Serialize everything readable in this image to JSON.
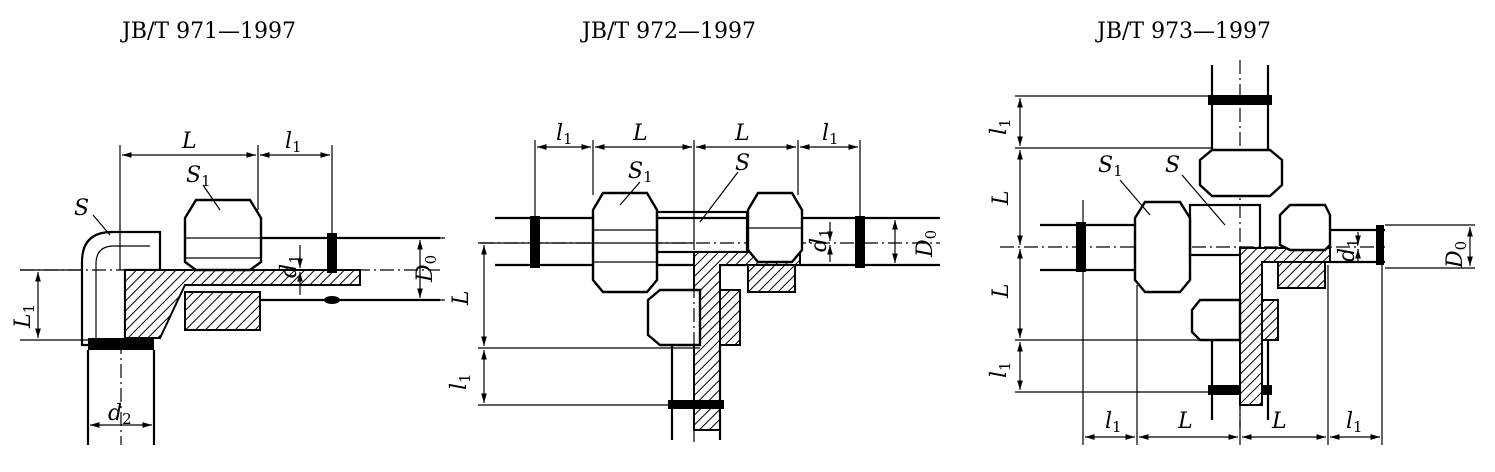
{
  "figures": [
    {
      "title": "JB/T 971—1997",
      "labels": {
        "L": "L",
        "l1": "l",
        "l1_sub": "1",
        "S1": "S",
        "S1_sub": "1",
        "S": "S",
        "d1": "d",
        "d1_sub": "1",
        "D0": "D",
        "D0_sub": "0",
        "L1": "L",
        "L1_sub": "1",
        "d2": "d",
        "d2_sub": "2"
      }
    },
    {
      "title": "JB/T 972—1997",
      "labels": {
        "l1a": "l",
        "l1a_sub": "1",
        "La": "L",
        "Lb": "L",
        "l1b": "l",
        "l1b_sub": "1",
        "S1": "S",
        "S1_sub": "1",
        "S": "S",
        "d1": "d",
        "d1_sub": "1",
        "D0": "D",
        "D0_sub": "0",
        "Lv": "L",
        "l1v": "l",
        "l1v_sub": "1"
      }
    },
    {
      "title": "JB/T 973—1997",
      "labels": {
        "l1t": "l",
        "l1t_sub": "1",
        "Lt": "L",
        "S1": "S",
        "S1_sub": "1",
        "S": "S",
        "Lm": "L",
        "l1m": "l",
        "l1m_sub": "1",
        "d1": "d",
        "d1_sub": "1",
        "D0": "D",
        "D0_sub": "0",
        "l1bl": "l",
        "l1bl_sub": "1",
        "Lbl": "L",
        "Lbr": "L",
        "l1br": "l",
        "l1br_sub": "1"
      }
    }
  ]
}
